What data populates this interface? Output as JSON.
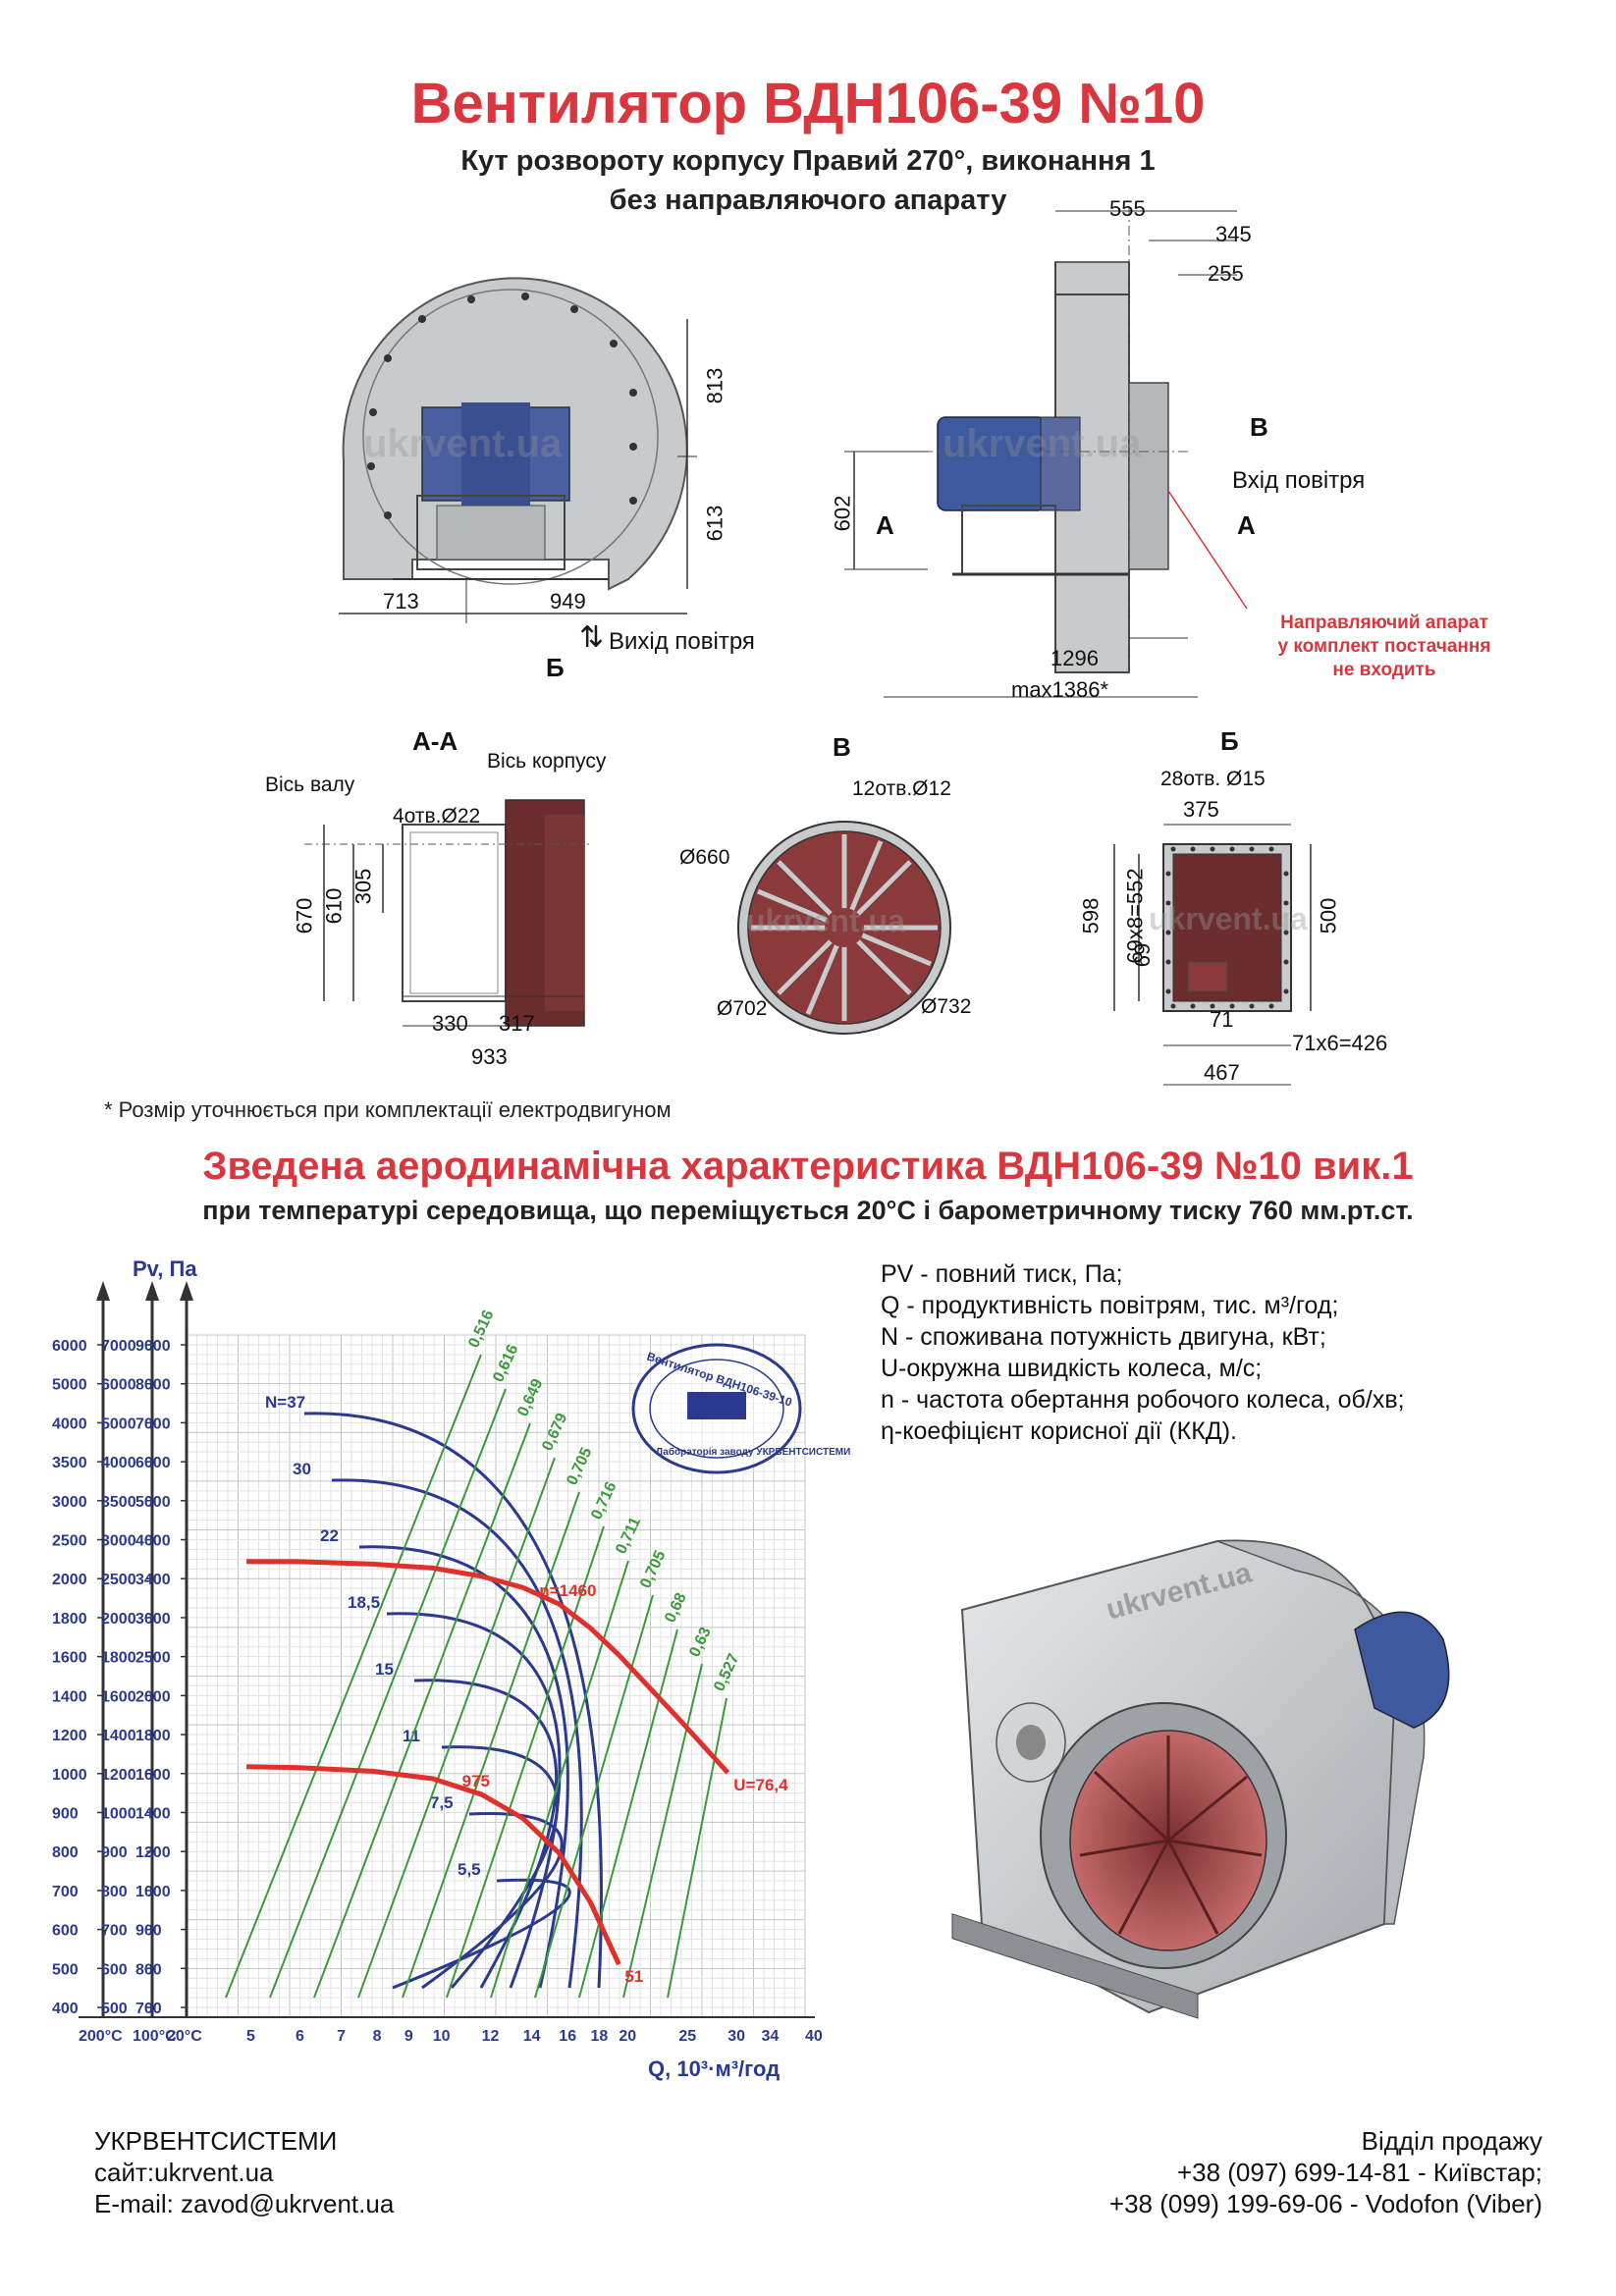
{
  "title": "Вентилятор  ВДН106-39 №10",
  "subtitle1": "Кут розвороту корпусу Правий 270°, виконання 1",
  "subtitle2": "без направляючого апарату",
  "drawing": {
    "front": {
      "dim_top": "813",
      "dim_bottom": "613",
      "dim_left": "713",
      "dim_right": "949",
      "outlet_label": "Вихід повітря",
      "section_b": "Б"
    },
    "side": {
      "d555": "555",
      "d345": "345",
      "d255": "255",
      "d602": "602",
      "d1296": "1296",
      "dmax": "max1386*",
      "inlet_label": "Вхід повітря",
      "mark_v": "В",
      "mark_a": "А",
      "guide_note1": "Направляючий апарат",
      "guide_note2": "у комплект постачання",
      "guide_note3": "не входить"
    },
    "section_aa": {
      "title": "А-А",
      "shaft_axis": "Вісь валу",
      "body_axis": "Вісь корпусу",
      "holes": "4отв.Ø22",
      "d670": "670",
      "d610": "610",
      "d305": "305",
      "d330": "330",
      "d317": "317",
      "d933": "933"
    },
    "section_v": {
      "title": "В",
      "holes": "12отв.Ø12",
      "d660": "Ø660",
      "d702": "Ø702",
      "d732": "Ø732"
    },
    "section_b": {
      "title": "Б",
      "holes": "28отв. Ø15",
      "d375": "375",
      "d500": "500",
      "d598": "598",
      "d552": "69х8=552",
      "d69": "69",
      "d71": "71",
      "d426": "71х6=426",
      "d467": "467"
    },
    "watermark": "ukrvent.ua"
  },
  "note": "* Розмір уточнюється при комплектації електродвигуном",
  "section2": {
    "title": "Зведена аеродинамічна характеристика ВДН106-39 №10 вик.1",
    "subtitle": "при температурі середовища, що переміщується 20°С і барометричному тиску 760 мм.рт.ст."
  },
  "legend": [
    "PV - повний тиск, Па;",
    "Q - продуктивність повітрям, тис. м³/год;",
    "N - споживана потужність двигуна, кВт;",
    "U-окружна швидкість колеса, м/с;",
    "n - частота обертання робочого колеса, об/хв;",
    "η-коефіцієнт корисної дії (ККД)."
  ],
  "chart_data": {
    "type": "line",
    "ylabel": "Pv, Па",
    "xlabel": "Q, 10³·м³/год",
    "x_ticks": [
      "200°С",
      "100°С",
      "20°С",
      "5",
      "6",
      "7",
      "8",
      "9",
      "10",
      "12",
      "14",
      "16",
      "18",
      "20",
      "25",
      "30",
      "34",
      "40"
    ],
    "x_log_range": [
      4,
      40
    ],
    "y_axis_200C": [
      "6000",
      "5000",
      "4000",
      "3500",
      "3000",
      "2500",
      "2000",
      "1800",
      "1600",
      "1400",
      "1200",
      "1000",
      "900",
      "800",
      "700",
      "600",
      "500",
      "400"
    ],
    "y_axis_100C": [
      "7000",
      "6000",
      "5000",
      "4000",
      "3500",
      "3000",
      "2500",
      "2000",
      "1800",
      "1600",
      "1400",
      "1200",
      "1000",
      "900",
      "800",
      "700",
      "600",
      "500"
    ],
    "y_axis_20C": [
      "9000",
      "8000",
      "7000",
      "6000",
      "5000",
      "4000",
      "3400",
      "3000",
      "2500",
      "2000",
      "1800",
      "1600",
      "1400",
      "1200",
      "1000",
      "900",
      "800",
      "700"
    ],
    "power_labels": [
      "N=37",
      "30",
      "22",
      "18,5",
      "15",
      "11",
      "7,5",
      "5,5"
    ],
    "efficiency_labels": [
      "0,516",
      "0,616",
      "0,649",
      "0,679",
      "0,705",
      "0,716",
      "0,711",
      "0,705",
      "0,68",
      "0,63",
      "0,527"
    ],
    "series": [
      {
        "name": "n=1460",
        "end_label": "U=76,4",
        "x": [
          5,
          6,
          8,
          10,
          12,
          14,
          16,
          18,
          20,
          25,
          30
        ],
        "y": [
          3900,
          3900,
          3860,
          3800,
          3680,
          3520,
          3300,
          3000,
          2700,
          2100,
          1700
        ]
      },
      {
        "name": "975",
        "end_label": "51",
        "x": [
          5,
          6,
          8,
          10,
          12,
          14,
          16,
          18,
          20
        ],
        "y": [
          1740,
          1735,
          1710,
          1660,
          1560,
          1420,
          1240,
          1020,
          800
        ]
      }
    ],
    "stamp_text": "Вентилятор ВДН106-39-10",
    "stamp_sub": "Лабораторія заводу УКРВЕНТСИСТЕМИ"
  },
  "footer": {
    "company": "УКРВЕНТСИСТЕМИ",
    "site": "сайт:ukrvent.ua",
    "email": "E-mail: zavod@ukrvent.ua",
    "sales": "Відділ продажу",
    "phone1": "+38 (097) 699-14-81 - Київстар;",
    "phone2": "+38 (099) 199-69-06 - Vodofon (Viber)"
  },
  "colors": {
    "title_red": "#d9363e",
    "curve_blue": "#2b3a8f",
    "eff_green": "#3a9a3a",
    "grid": "#d0d0d0",
    "gray_body": "#c8cacc"
  }
}
